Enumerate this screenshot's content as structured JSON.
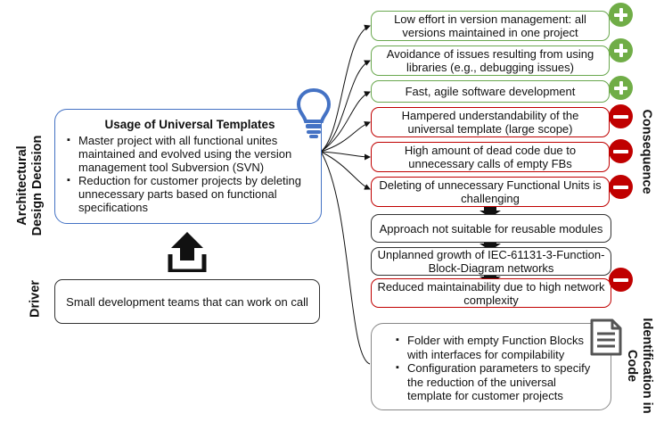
{
  "side_labels": {
    "decision_line1": "Architectural",
    "decision_line2": "Design Decision",
    "driver": "Driver",
    "consequence": "Consequence",
    "identification_line1": "Identification in",
    "identification_line2": "Code"
  },
  "decision": {
    "title": "Usage of Universal Templates",
    "bullets": [
      "Master project with all functional unites maintained and evolved using the version management tool Subversion (SVN)",
      "Reduction for customer projects by deleting unnecessary parts based on functional specifications"
    ]
  },
  "driver": {
    "text": "Small development teams that can work on call"
  },
  "consequences": [
    {
      "text": "Low effort in version management: all versions maintained in one project",
      "type": "positive"
    },
    {
      "text": "Avoidance of issues resulting from using libraries (e.g., debugging issues)",
      "type": "positive"
    },
    {
      "text": "Fast, agile software development",
      "type": "positive"
    },
    {
      "text": "Hampered understandability of the universal template (large scope)",
      "type": "negative"
    },
    {
      "text": "High amount of dead code due to unnecessary calls of empty FBs",
      "type": "negative"
    },
    {
      "text": "Deleting of unnecessary Functional Units is challenging",
      "type": "negative"
    },
    {
      "text": "Approach not suitable for reusable modules",
      "type": "neutral"
    },
    {
      "text": "Unplanned growth of IEC-61131-3-Function-Block-Diagram networks",
      "type": "neutral"
    },
    {
      "text": "Reduced maintainability due to high network complexity",
      "type": "negative"
    }
  ],
  "code_identification": {
    "bullets": [
      "Folder with empty Function Blocks with interfaces for compilability",
      "Configuration parameters to specify the reduction of the universal template for customer projects"
    ]
  },
  "colors": {
    "positive": "#70ad47",
    "negative": "#c00000",
    "decision_border": "#4472c4",
    "bulb": "#4472c4"
  },
  "icons": [
    "plus-icon",
    "minus-icon",
    "lightbulb-icon",
    "upload-arrow-icon",
    "document-icon",
    "down-arrow-icon"
  ]
}
